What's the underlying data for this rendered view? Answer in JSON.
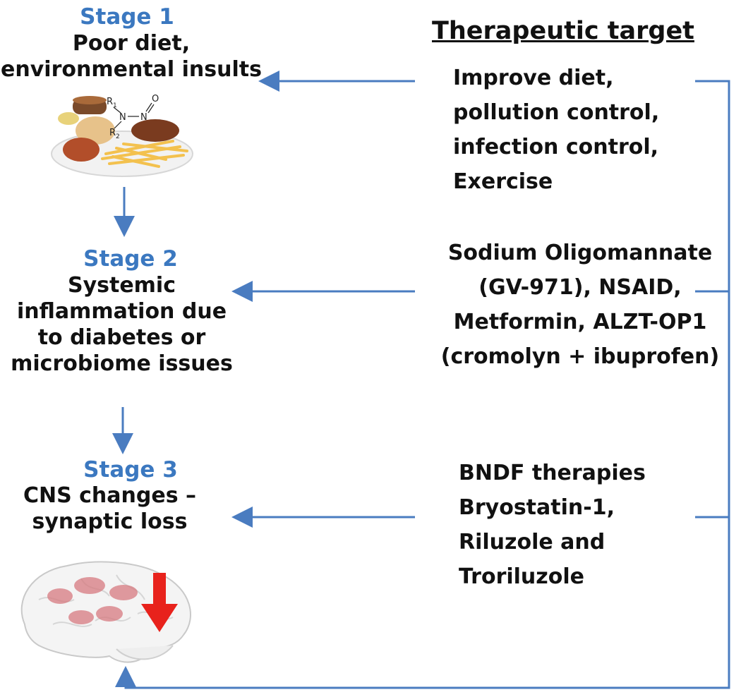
{
  "header": "Therapeutic target",
  "stages": [
    {
      "label": "Stage 1",
      "lines": [
        "Poor diet,",
        "environmental insults"
      ]
    },
    {
      "label": "Stage 2",
      "lines": [
        "Systemic",
        "inflammation due",
        "to diabetes or",
        "microbiome issues"
      ]
    },
    {
      "label": "Stage 3",
      "lines": [
        "CNS changes –",
        "synaptic loss"
      ]
    }
  ],
  "targets": [
    {
      "lines": [
        "Improve diet,",
        "pollution control,",
        "infection control,",
        "Exercise"
      ]
    },
    {
      "lines": [
        "Sodium Oligomannate",
        "(GV-971), NSAID,",
        "Metformin, ALZT-OP1",
        "(cromolyn + ibuprofen)"
      ]
    },
    {
      "lines": [
        "BNDF therapies",
        "Bryostatin-1,",
        "Riluzole and",
        "Troriluzole"
      ]
    }
  ],
  "chem_labels": {
    "r1": "R",
    "r1_sub": "1",
    "r2": "R",
    "r2_sub": "2",
    "n1": "N",
    "n2": "N",
    "o": "O"
  },
  "colors": {
    "stage_blue": "#3b78c0",
    "arrow_blue": "#4a7cc0",
    "brain_red": "#e8221c"
  },
  "icons": [
    "food-plate-icon",
    "brain-icon",
    "down-arrow-icon"
  ]
}
